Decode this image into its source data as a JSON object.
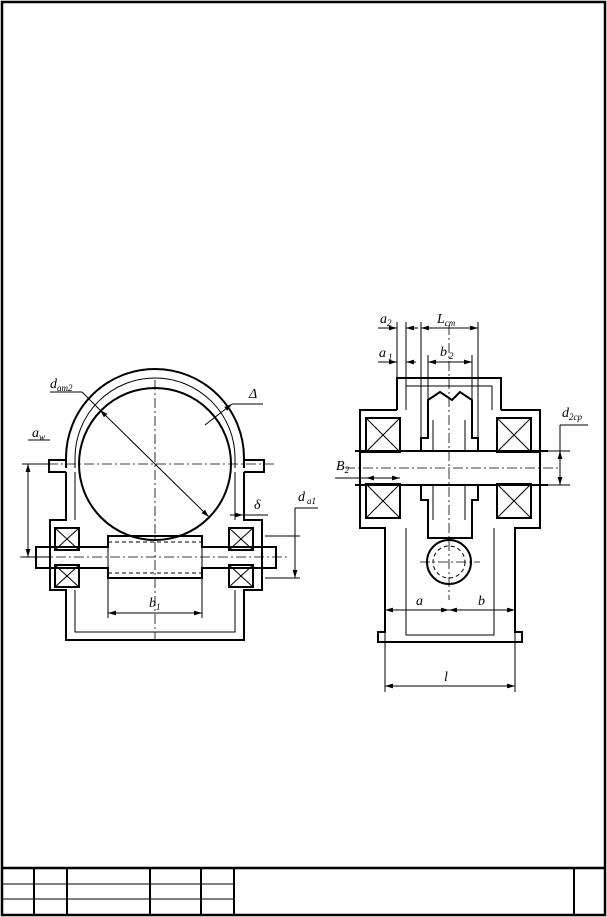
{
  "labels": {
    "d_am2": {
      "main": "d",
      "sub": "am2"
    },
    "delta_big": {
      "main": "Δ"
    },
    "a_w": {
      "main": "a",
      "sub": "w"
    },
    "delta_small": {
      "main": "δ"
    },
    "d_a1": {
      "main": "d",
      "sub": "a1"
    },
    "b_1": {
      "main": "b",
      "sub": "1"
    },
    "a_2": {
      "main": "a",
      "sub": "2"
    },
    "L_cm": {
      "main": "L",
      "sub": "cm"
    },
    "a_1": {
      "main": "a",
      "sub": "1"
    },
    "b_2": {
      "main": "b",
      "sub": "2"
    },
    "d_2cp": {
      "main": "d",
      "sub": "2cp"
    },
    "B_2": {
      "main": "B",
      "sub": "2"
    },
    "a": {
      "main": "a"
    },
    "b": {
      "main": "b"
    },
    "l": {
      "main": "l"
    }
  },
  "colors": {
    "ink": "#000000",
    "paper": "#ffffff"
  }
}
